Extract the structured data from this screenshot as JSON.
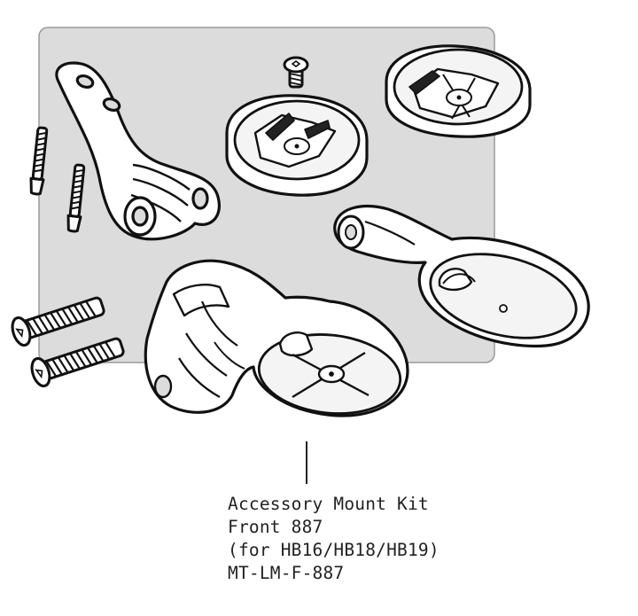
{
  "caption": {
    "line1": "Accessory Mount Kit",
    "line2": "Front 887",
    "line3": "(for HB16/HB18/HB19)",
    "line4": "MT-LM-F-887"
  },
  "colors": {
    "panel": "#dcdcdc",
    "panel_edge": "#9a9a9a",
    "ink": "#111111",
    "part_fill": "#ffffff",
    "recess": "#f4f4f4"
  },
  "parts": [
    "grey-backing-panel",
    "angled-arm-mount",
    "small-cap-screw",
    "computer-mount-cup-left",
    "computer-mount-cup-right",
    "long-out-front-mount",
    "out-front-mount-with-clamp",
    "short-screw",
    "long-bolt"
  ]
}
